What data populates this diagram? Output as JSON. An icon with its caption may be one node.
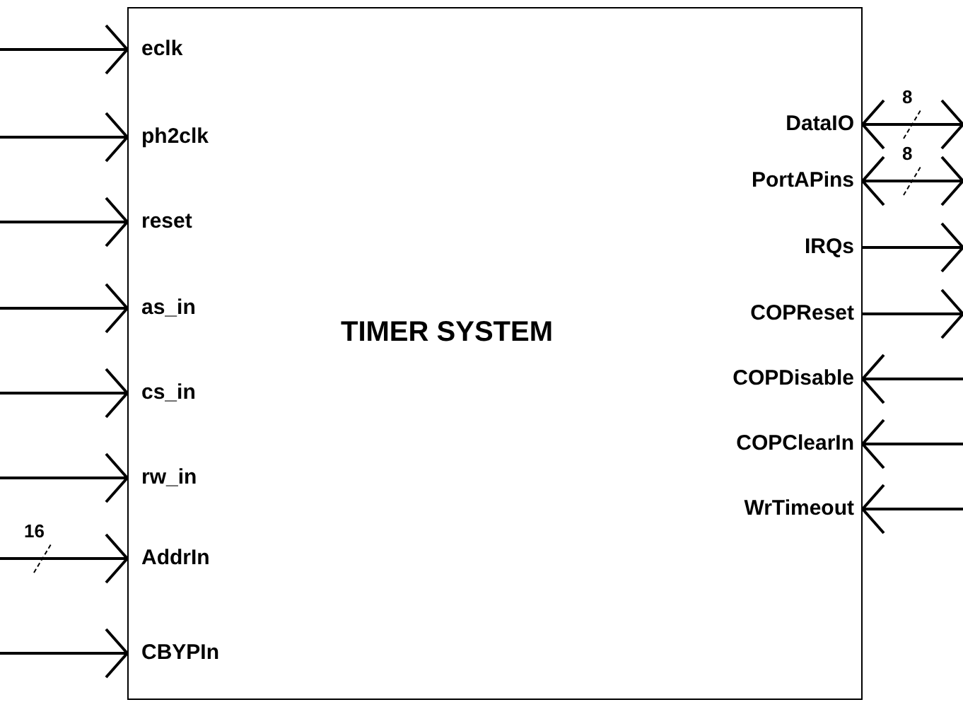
{
  "diagram": {
    "nodes": [
      {
        "text": [
          "TIMER SYSTEM"
        ]
      },
      {
        "text": [
          "eclk"
        ],
        "in": 0
      },
      {
        "text": [
          "ph2clk"
        ],
        "in": 0
      },
      {
        "text": [
          "reset"
        ],
        "in": 0
      },
      {
        "text": [
          "as_in"
        ],
        "in": 0
      },
      {
        "text": [
          "cs_in"
        ],
        "in": 0
      },
      {
        "text": [
          "rw_in"
        ],
        "in": 0
      },
      {
        "text": [
          "AddrIn"
        ],
        "in": 0
      },
      {
        "text": [
          "CBYPIn"
        ],
        "in": 0
      },
      {
        "text": [
          "DataIO"
        ],
        "in": 0
      },
      {
        "text": [
          "PortAPins"
        ],
        "in": 0
      },
      {
        "text": [
          "IRQs"
        ],
        "in": 0
      },
      {
        "text": [
          "COPReset"
        ],
        "in": 0
      },
      {
        "text": [
          "COPDisable"
        ],
        "in": 0
      },
      {
        "text": [
          "COPClearIn"
        ],
        "in": 0
      },
      {
        "text": [
          "WrTimeout"
        ],
        "in": 0
      }
    ],
    "edges": [
      {
        "from": null,
        "to": 1,
        "arrow": "to"
      },
      {
        "from": null,
        "to": 2,
        "arrow": "to"
      },
      {
        "from": null,
        "to": 3,
        "arrow": "to"
      },
      {
        "from": null,
        "to": 4,
        "arrow": "to"
      },
      {
        "from": null,
        "to": 5,
        "arrow": "to"
      },
      {
        "from": null,
        "to": 6,
        "arrow": "to"
      },
      {
        "from": null,
        "to": 7,
        "arrow": "to",
        "label": "16"
      },
      {
        "from": null,
        "to": 8,
        "arrow": "to"
      },
      {
        "from": 9,
        "to": null,
        "arrow": "both",
        "label": "8"
      },
      {
        "from": 10,
        "to": null,
        "arrow": "both",
        "label": "8"
      },
      {
        "from": 11,
        "to": null,
        "arrow": "to"
      },
      {
        "from": 12,
        "to": null,
        "arrow": "to"
      },
      {
        "from": null,
        "to": 13,
        "arrow": "to"
      },
      {
        "from": null,
        "to": 14,
        "arrow": "to"
      },
      {
        "from": null,
        "to": 15,
        "arrow": "to"
      }
    ]
  }
}
